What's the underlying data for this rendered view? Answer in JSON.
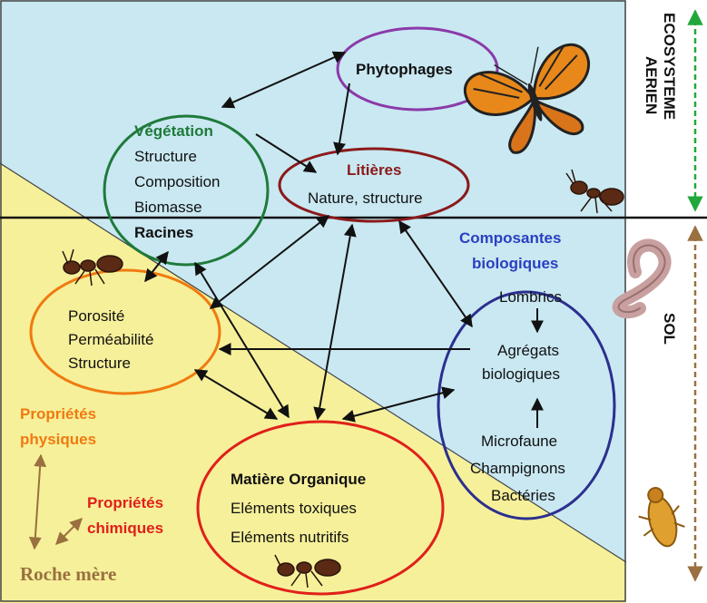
{
  "colors": {
    "sky": "#c9e8f2",
    "soil": "#f6f09a",
    "vegetation": "#1f7a3a",
    "litter": "#8b1a1a",
    "phytophages": "#8a3aa8",
    "physical": "#f07a10",
    "biological": "#2b2f8f",
    "organic": "#e0201a",
    "rock": "#9a7040",
    "ecosystem_arrow": "#22a83a",
    "soil_arrow": "#9a7040"
  },
  "side_labels": {
    "ecosystem_line1": "ECOSYSTEME",
    "ecosystem_line2": "AERIEN",
    "soil": "SOL"
  },
  "nodes": {
    "phytophages": {
      "title": "Phytophages"
    },
    "vegetation": {
      "title": "Végétation",
      "lines": [
        "Structure",
        "Composition",
        "Biomasse"
      ],
      "bold_line": "Racines"
    },
    "litter": {
      "title": "Litières",
      "subtitle": "Nature, structure"
    },
    "physical": {
      "lines": [
        "Porosité",
        "Perméabilité",
        "Structure"
      ]
    },
    "biological": {
      "title_line1": "Composantes",
      "title_line2": "biologiques",
      "items": [
        "Lombrics",
        "Agrégats",
        "biologiques",
        "Microfaune",
        "Champignons",
        "Bactéries"
      ]
    },
    "organic": {
      "title": "Matière Organique",
      "lines": [
        "Eléments toxiques",
        "Eléments nutritifs"
      ]
    }
  },
  "properties": {
    "physical_line1": "Propriétés",
    "physical_line2": "physiques",
    "chemical_line1": "Propriétés",
    "chemical_line2": "chimiques",
    "rock": "Roche mère"
  },
  "icons": [
    "butterfly-icon",
    "ant-icon",
    "earthworm-icon",
    "springtail-icon"
  ]
}
